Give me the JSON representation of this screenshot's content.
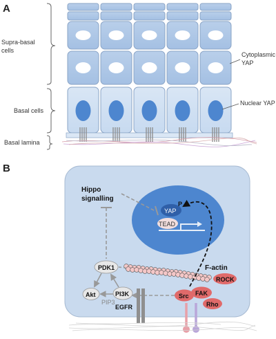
{
  "panel_a": {
    "label": "A",
    "labels": {
      "suprabasal": [
        "Supra-basal",
        "cells"
      ],
      "basal": "Basal cells",
      "lamina": "Basal lamina",
      "cyto": [
        "Cytoplasmic",
        "YAP"
      ],
      "nuclear": "Nuclear YAP"
    }
  },
  "panel_b": {
    "label": "B",
    "hippo": [
      "Hippo",
      "signalling"
    ],
    "yap": "YAP",
    "phospho": "P",
    "tead": "TEAD",
    "factin": "F-actin",
    "nodes": {
      "rock": "ROCK",
      "fak": "FAK",
      "src": "Src",
      "rho": "Rho",
      "pdk1": "PDK1",
      "pi3k": "PI3K",
      "akt": "Akt",
      "pip3": "PIP3",
      "egfr": "EGFR"
    }
  },
  "colors": {
    "cell_fill": "#c5d7ee",
    "cell_stroke": "#8aa4c6",
    "nucleus": "#4d86cf",
    "signal_node": "#e06a6a",
    "grey_node": "#e8e8e8",
    "receptor": "#8f8f8f"
  }
}
